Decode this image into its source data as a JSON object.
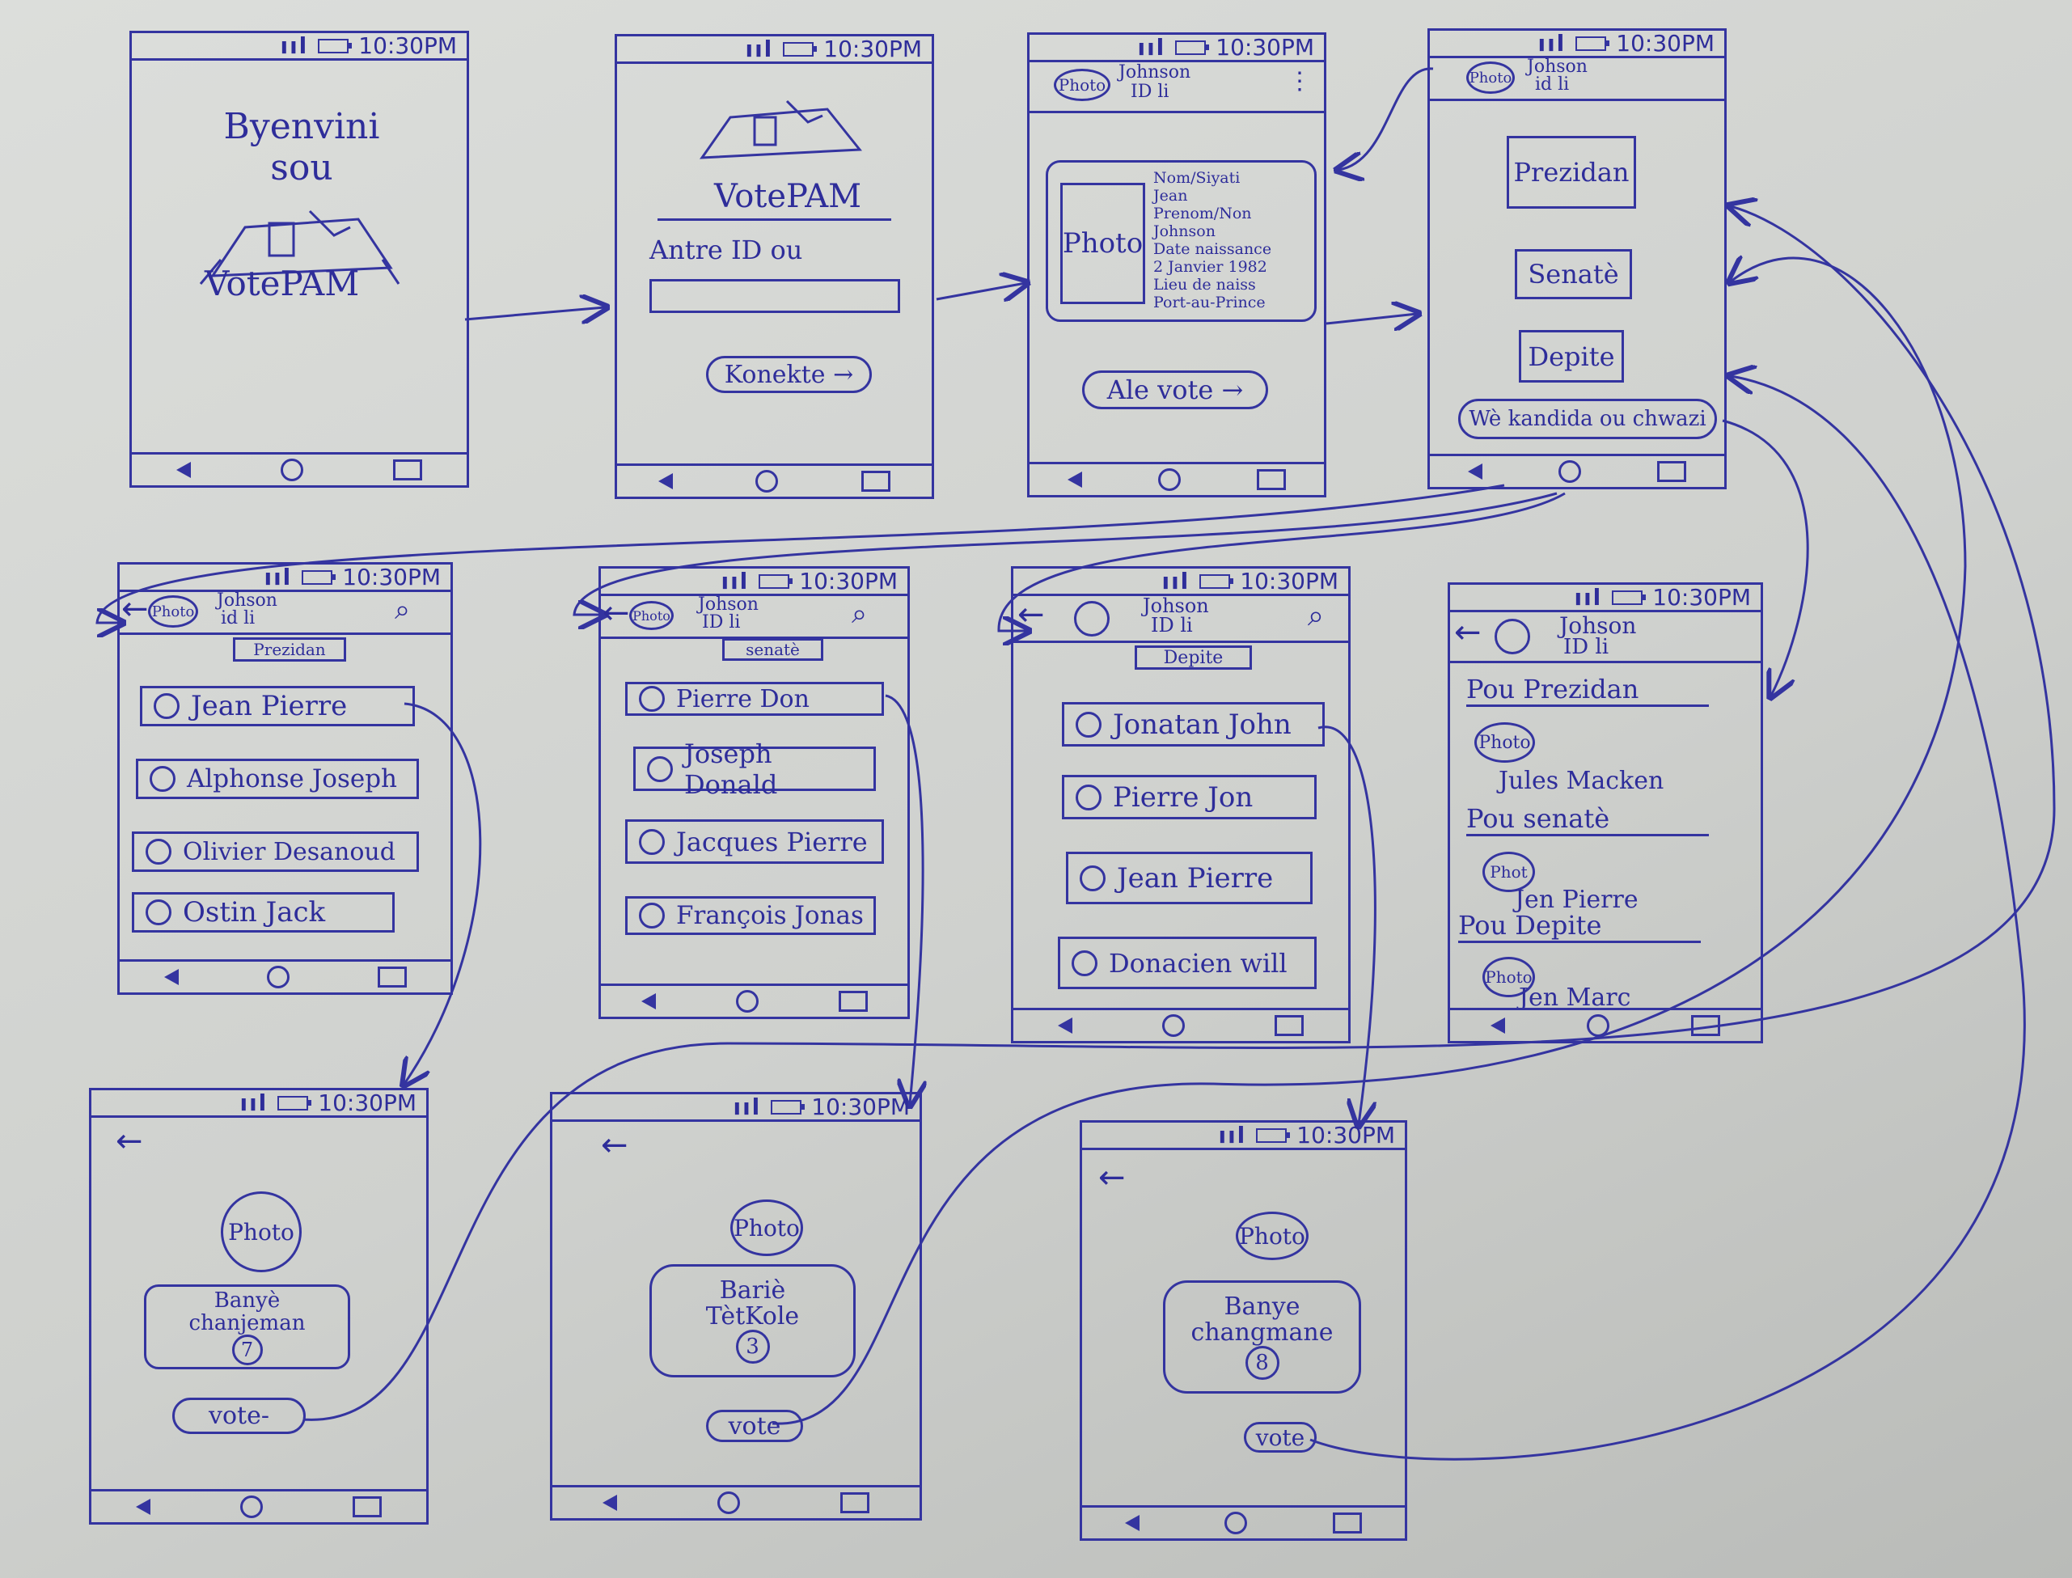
{
  "status": {
    "time": "10:30PM"
  },
  "nav_glyphs": {
    "back": "back-triangle",
    "home": "home-circle",
    "recent": "recent-square"
  },
  "s1": {
    "welcome": "Byenvini sou",
    "logo": "VotePAM"
  },
  "s2": {
    "logo": "VotePAM",
    "prompt": "Antre ID ou",
    "connect": "Konekte →"
  },
  "s3": {
    "photo_btn": "Photo",
    "name_line1": "Johnson",
    "name_line2": "ID li",
    "card_photo": "Photo",
    "info": [
      "Nom/Siyati",
      "Jean",
      "Prenom/Non",
      "Johnson",
      "Date naissance",
      "2 Janvier 1982",
      "Lieu de naiss",
      "Port-au-Prince"
    ],
    "go": "Ale vote →"
  },
  "s4": {
    "photo_btn": "Photo",
    "name_line1": "Johson",
    "name_line2": "id li",
    "buttons": [
      "Prezidan",
      "Senatè",
      "Depite",
      "Wè kandida ou chwazi"
    ]
  },
  "s5": {
    "photo_btn": "Photo",
    "name_line1": "Johson",
    "name_line2": "id li",
    "tag": "Prezidan",
    "options": [
      "Jean Pierre",
      "Alphonse Joseph",
      "Olivier Desanoud",
      "Ostin Jack"
    ]
  },
  "s6": {
    "photo_btn": "Photo",
    "name_line1": "Johson",
    "name_line2": "ID li",
    "tag": "senatè",
    "options": [
      "Pierre Don",
      "Joseph Donald",
      "Jacques Pierre",
      "François Jonas"
    ]
  },
  "s7": {
    "name_line1": "Johson",
    "name_line2": "ID li",
    "tag": "Depite",
    "options": [
      "Jonatan John",
      "Pierre Jon",
      "Jean Pierre",
      "Donacien will"
    ]
  },
  "s8": {
    "name_line1": "Johson",
    "name_line2": "ID li",
    "sections": [
      {
        "title": "Pou Prezidan",
        "photo": "Photo",
        "name": "Jules Macken"
      },
      {
        "title": "Pou senatè",
        "photo": "Phot",
        "name": "Jen Pierre"
      },
      {
        "title": "Pou Depite",
        "photo": "Photo",
        "name": "Jen Marc"
      }
    ]
  },
  "s9": {
    "photo": "Photo",
    "party_line1": "Banyè",
    "party_line2": "chanjeman",
    "party_num": "7",
    "vote": "vote-"
  },
  "s10": {
    "photo": "Photo",
    "party_line1": "Bariè",
    "party_line2": "TètKole",
    "party_num": "3",
    "vote": "vote"
  },
  "s11": {
    "photo": "Photo",
    "party_line1": "Banye",
    "party_line2": "changmane",
    "party_num": "8",
    "vote": "vote"
  }
}
